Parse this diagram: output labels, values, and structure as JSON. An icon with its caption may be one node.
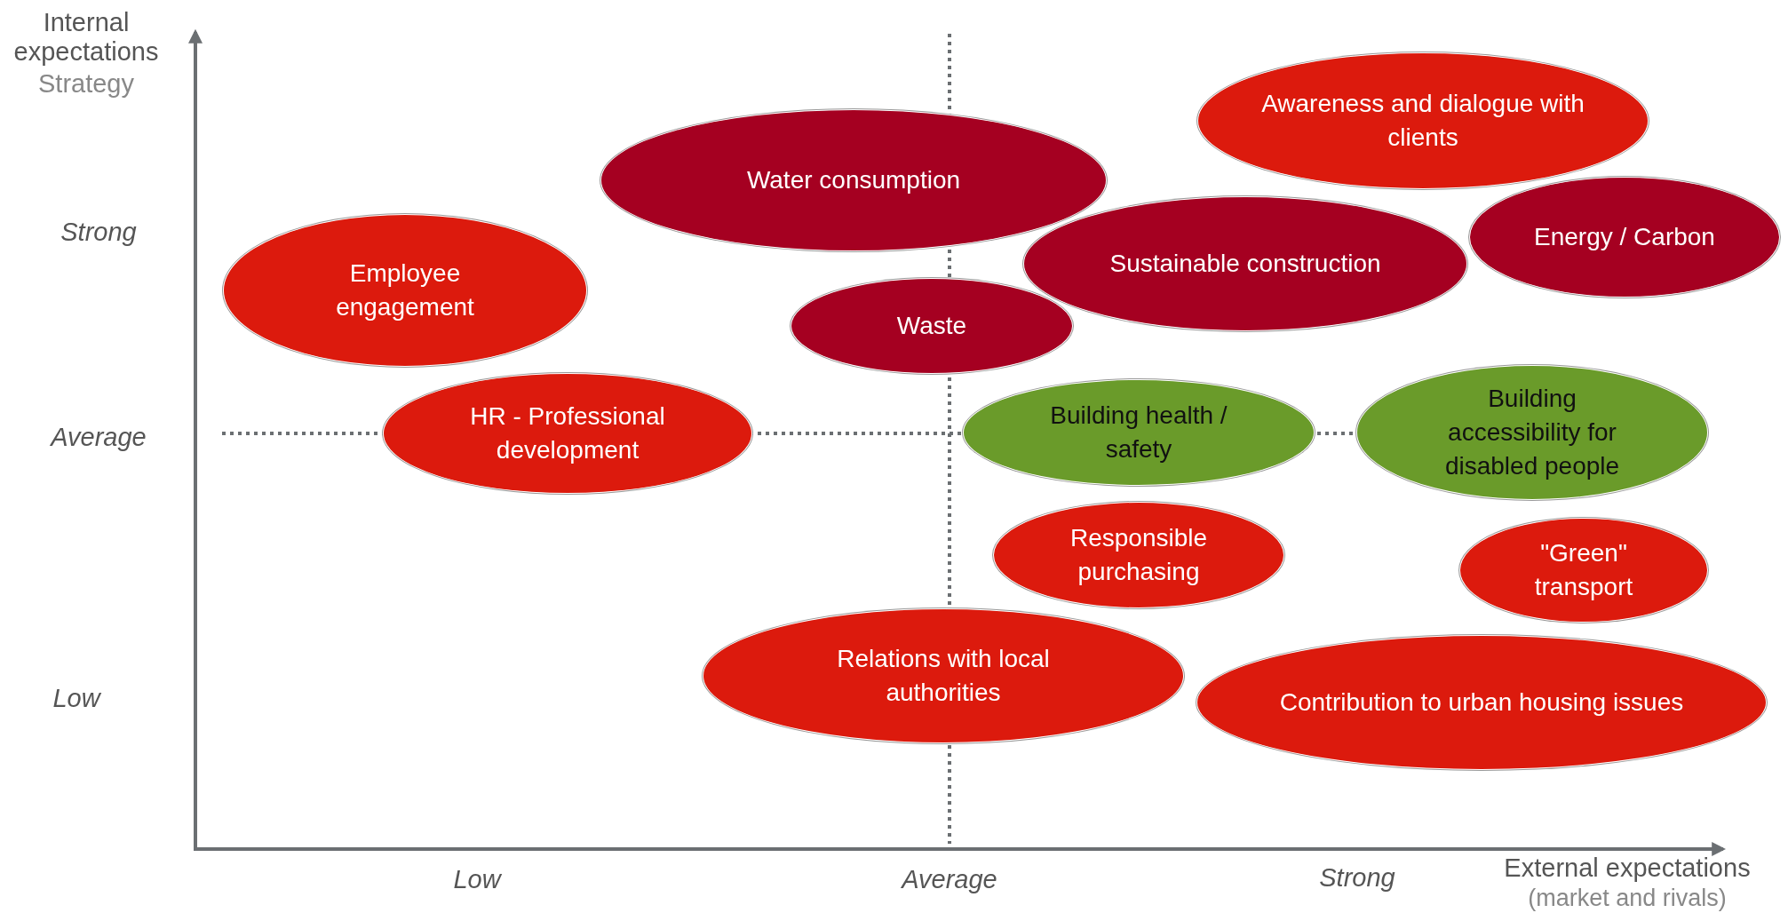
{
  "diagram": {
    "nodes": [
      {
        "text": [
          "Awareness and dialogue with clients"
        ]
      },
      {
        "text": [
          "Water consumption"
        ]
      },
      {
        "text": [
          "Energy / Carbon"
        ]
      },
      {
        "text": [
          "Sustainable construction"
        ]
      },
      {
        "text": [
          "Employee engagement"
        ]
      },
      {
        "text": [
          "Waste"
        ]
      },
      {
        "text": [
          "HR - Professional development"
        ]
      },
      {
        "text": [
          "Building health / safety"
        ]
      },
      {
        "text": [
          "Building accessibility for disabled people"
        ]
      },
      {
        "text": [
          "Responsible purchasing"
        ]
      },
      {
        "text": [
          "\"Green\" transport"
        ]
      },
      {
        "text": [
          "Relations with local authorities"
        ]
      },
      {
        "text": [
          "Contribution to urban housing issues"
        ]
      }
    ],
    "edges": [],
    "labels": [
      "Internal expectations",
      "Strategy",
      "Strong",
      "Average",
      "Low",
      "Low",
      "Average",
      "Strong",
      "External expectations",
      "(market and rivals)"
    ]
  }
}
